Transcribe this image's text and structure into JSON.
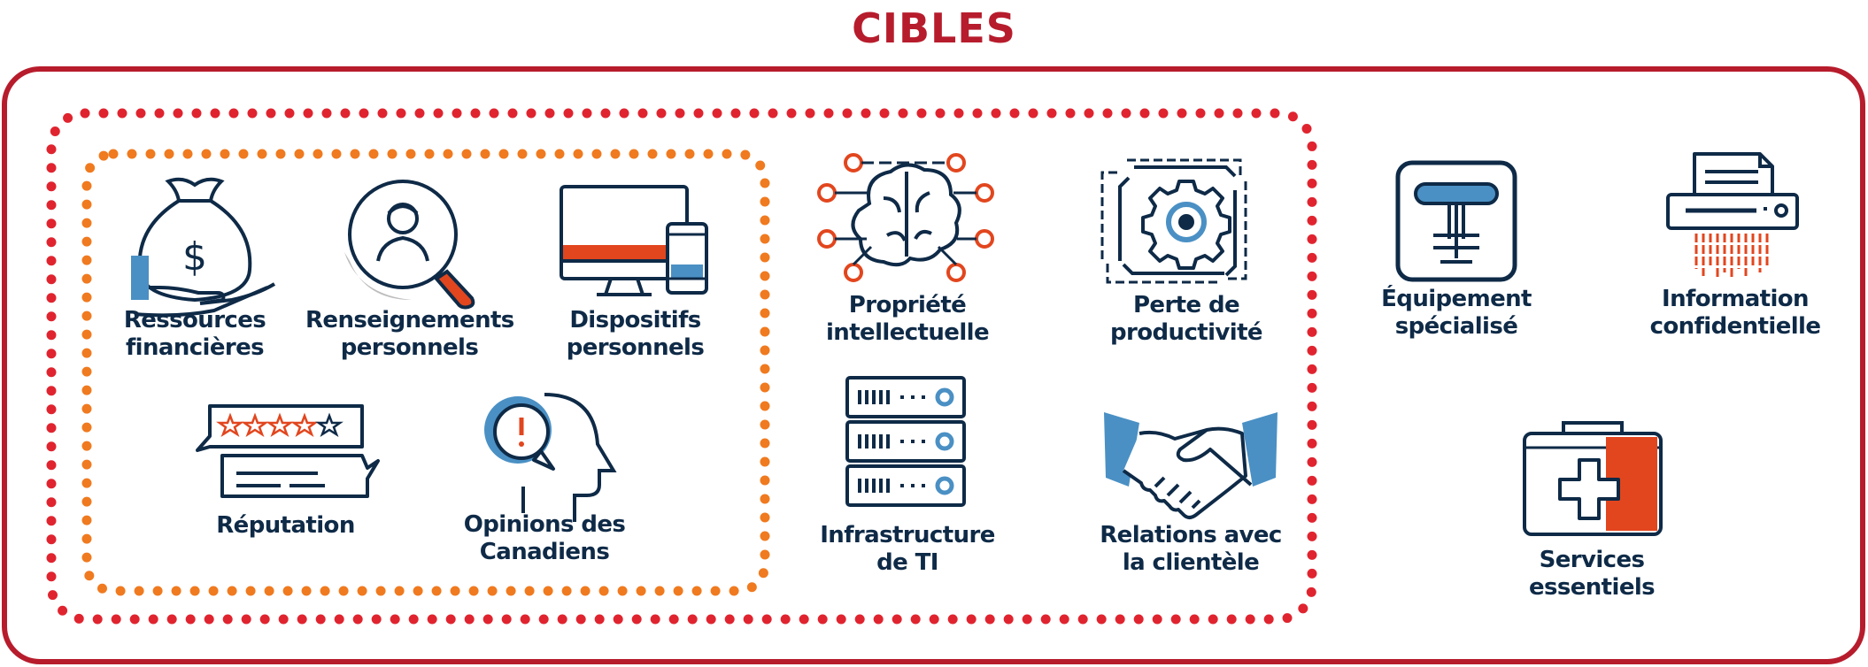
{
  "title": "CIBLES",
  "colors": {
    "title": "#B71C2C",
    "outer_border": "#B71C2C",
    "middle_dots": "#E0242F",
    "inner_dots": "#F07A1F",
    "navy": "#0E2A47",
    "blue": "#4A90C4",
    "orange": "#E2461E",
    "gray": "#BDBDBD"
  },
  "targets": {
    "ressources": {
      "line1": "Ressources",
      "line2": "financières",
      "icon": "money-bag-hand-icon"
    },
    "renseignements": {
      "line1": "Renseignements",
      "line2": "personnels",
      "icon": "magnifier-person-icon"
    },
    "dispositifs": {
      "line1": "Dispositifs",
      "line2": "personnels",
      "icon": "devices-icon"
    },
    "reputation": {
      "line1": "Réputation",
      "icon": "rating-stars-icon"
    },
    "opinions": {
      "line1": "Opinions des",
      "line2": "Canadiens",
      "icon": "head-alert-icon"
    },
    "propriete": {
      "line1": "Propriété",
      "line2": "intellectuelle",
      "icon": "brain-circuit-icon"
    },
    "productivite": {
      "line1": "Perte de",
      "line2": "productivité",
      "icon": "gear-cycle-icon"
    },
    "infrastructure": {
      "line1": "Infrastructure",
      "line2": "de TI",
      "icon": "server-rack-icon"
    },
    "relations": {
      "line1": "Relations avec",
      "line2": "la clientèle",
      "icon": "handshake-icon"
    },
    "equipement": {
      "line1": "Équipement",
      "line2": "spécialisé",
      "icon": "valve-icon"
    },
    "information": {
      "line1": "Information",
      "line2": "confidentielle",
      "icon": "shredder-icon"
    },
    "services": {
      "line1": "Services",
      "line2": "essentiels",
      "icon": "first-aid-kit-icon"
    }
  }
}
